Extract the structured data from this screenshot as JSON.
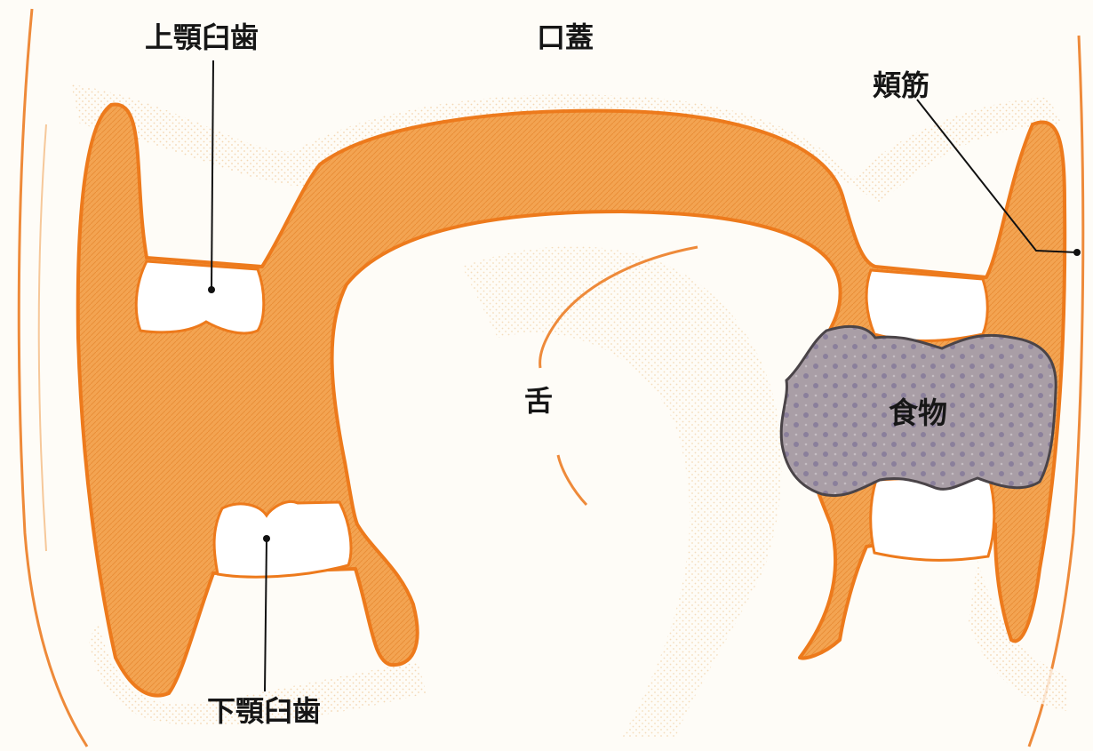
{
  "diagram": {
    "labels": {
      "upper_molar": "上顎臼歯",
      "palate": "口蓋",
      "buccinator": "頬筋",
      "tongue": "舌",
      "food": "食物",
      "lower_molar": "下顎臼歯"
    },
    "colors": {
      "tissue_fill": "#f2a04e",
      "tissue_outline": "#ed7a1c",
      "background": "#fefcf7",
      "food_fill": "#a89ca3",
      "food_outline": "#4a4448",
      "leader_line": "#111111"
    }
  }
}
